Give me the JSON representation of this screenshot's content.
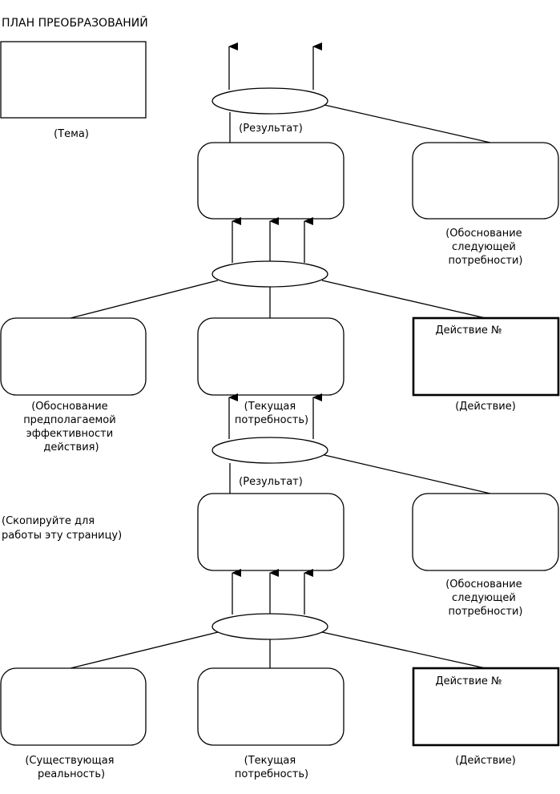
{
  "title": "ПЛАН ПРЕОБРАЗОВАНИЙ",
  "labels": {
    "topic": "(Тема)",
    "result_top": "(Результат)",
    "next_need_top": [
      "(Обоснование",
      "следующей",
      "потребности)"
    ],
    "expected_efficiency": [
      "(Обоснование",
      "предполагаемой",
      "эффективности",
      "действия)"
    ],
    "current_need_mid": [
      "(Текущая",
      "потребность)"
    ],
    "action_mid": "(Действие)",
    "result_mid": "(Результат)",
    "copy_note": [
      "(Скопируйте для",
      "работы эту страницу)"
    ],
    "next_need_bottom": [
      "(Обоснование",
      "следующей",
      "потребности)"
    ],
    "existing_reality": [
      "(Существующая",
      "реальность)"
    ],
    "current_need_bottom": [
      "(Текущая",
      "потребность)"
    ],
    "action_bottom": "(Действие)"
  },
  "action_box_top": "Действие №",
  "action_box_bottom": "Действие №"
}
